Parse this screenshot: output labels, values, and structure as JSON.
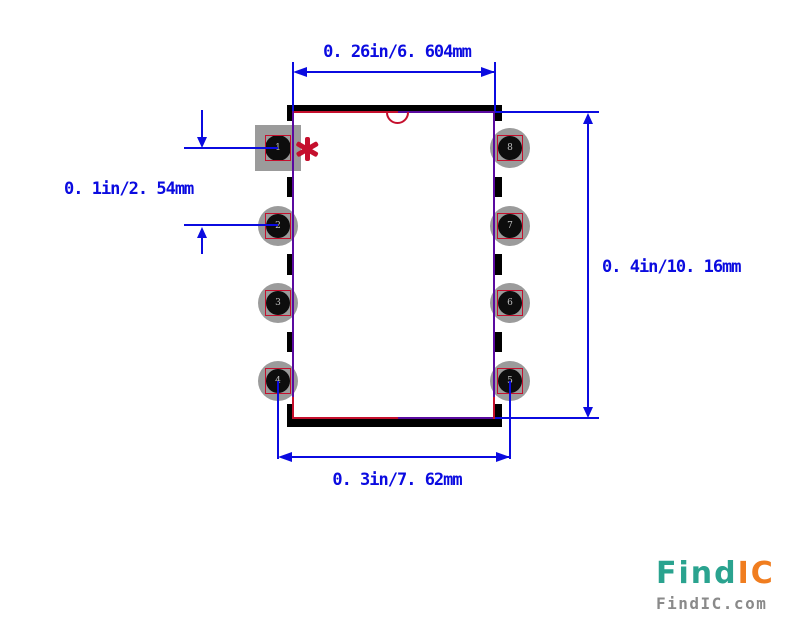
{
  "dimensions": {
    "top_label": "0. 26in/6. 604mm",
    "pitch_label": "0. 1in/2. 54mm",
    "height_label": "0. 4in/10. 16mm",
    "bottom_label": "0. 3in/7. 62mm"
  },
  "pins": [
    {
      "number": "1",
      "side": "left",
      "shape": "square"
    },
    {
      "number": "2",
      "side": "left",
      "shape": "round"
    },
    {
      "number": "3",
      "side": "left",
      "shape": "round"
    },
    {
      "number": "4",
      "side": "left",
      "shape": "round"
    },
    {
      "number": "5",
      "side": "right",
      "shape": "round"
    },
    {
      "number": "6",
      "side": "right",
      "shape": "round"
    },
    {
      "number": "7",
      "side": "right",
      "shape": "round"
    },
    {
      "number": "8",
      "side": "right",
      "shape": "round"
    }
  ],
  "pin1_marker": "asterisk",
  "colors": {
    "dimension_blue": "#0b0be0",
    "outline_red": "#c50f2d",
    "overlap_purple": "#5a0aa0",
    "pad_gray": "#9b9b9b",
    "body_black": "#000000",
    "pin_number_gray": "#c0c0c0",
    "logo_teal": "#2aa38f",
    "logo_orange": "#f07d1f",
    "logo_caption_gray": "#8a8a8a"
  },
  "branding": {
    "logo_part1": "Find",
    "logo_part2": "IC",
    "caption": "FindIC.com"
  }
}
